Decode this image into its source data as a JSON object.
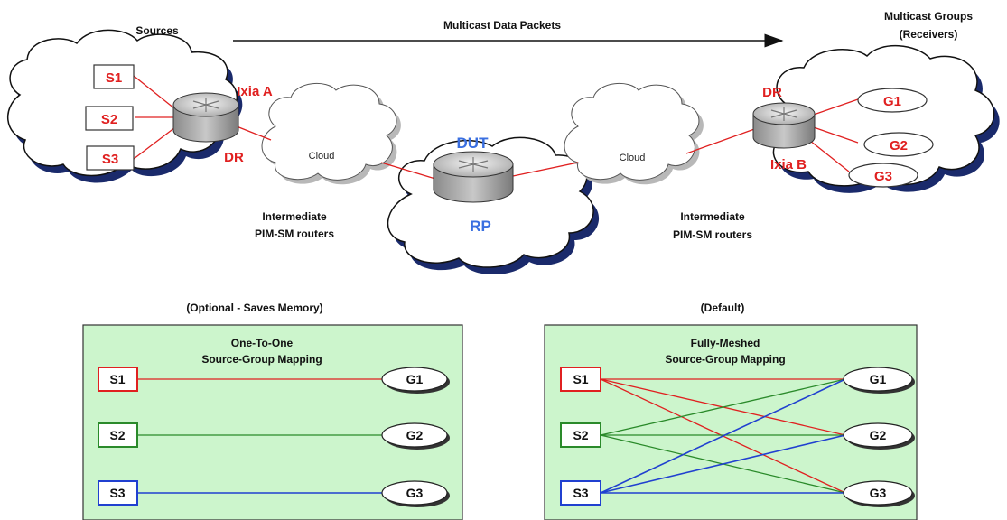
{
  "top": {
    "sources_label": "Sources",
    "packets_label": "Multicast Data Packets",
    "groups_label_line1": "Multicast Groups",
    "groups_label_line2": "(Receivers)",
    "sources": [
      "S1",
      "S2",
      "S3"
    ],
    "groups": [
      "G1",
      "G2",
      "G3"
    ],
    "ixia_a": "Ixia A",
    "ixia_b": "Ixia B",
    "dr_left": "DR",
    "dr_right": "DR",
    "dut": "DUT",
    "rp": "RP",
    "cloud_left": "Cloud",
    "cloud_right": "Cloud",
    "intermediate_left_1": "Intermediate",
    "intermediate_left_2": "PIM-SM routers",
    "intermediate_right_1": "Intermediate",
    "intermediate_right_2": "PIM-SM routers"
  },
  "left_panel": {
    "caption": "(Optional - Saves Memory)",
    "title_line1": "One-To-One",
    "title_line2": "Source-Group Mapping",
    "sources": [
      "S1",
      "S2",
      "S3"
    ],
    "groups": [
      "G1",
      "G2",
      "G3"
    ]
  },
  "right_panel": {
    "caption": "(Default)",
    "title_line1": "Fully-Meshed",
    "title_line2": "Source-Group Mapping",
    "sources": [
      "S1",
      "S2",
      "S3"
    ],
    "groups": [
      "G1",
      "G2",
      "G3"
    ]
  },
  "colors": {
    "red": "#e02020",
    "green": "#2a8a2a",
    "blue": "#2040d0",
    "panel_bg": "#ccf5cc",
    "cloud_shadow": "#1a2a6b"
  }
}
